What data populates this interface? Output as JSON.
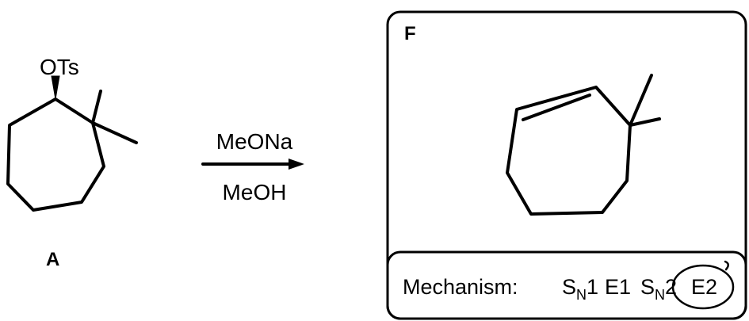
{
  "reactant": {
    "leaving_group": "OTs",
    "label": "A"
  },
  "reagents": {
    "above": "MeONa",
    "below": "MeOH"
  },
  "product_box": {
    "label": "F",
    "mechanism_label": "Mechanism:",
    "options": [
      {
        "main": "S",
        "sub": "N",
        "suffix": "1",
        "circled": false
      },
      {
        "main": "E1",
        "sub": "",
        "suffix": "",
        "circled": false
      },
      {
        "main": "S",
        "sub": "N",
        "suffix": "2",
        "circled": false
      },
      {
        "main": "E2",
        "sub": "",
        "suffix": "",
        "circled": true
      }
    ]
  },
  "colors": {
    "ink": "#000000",
    "background": "#ffffff"
  }
}
